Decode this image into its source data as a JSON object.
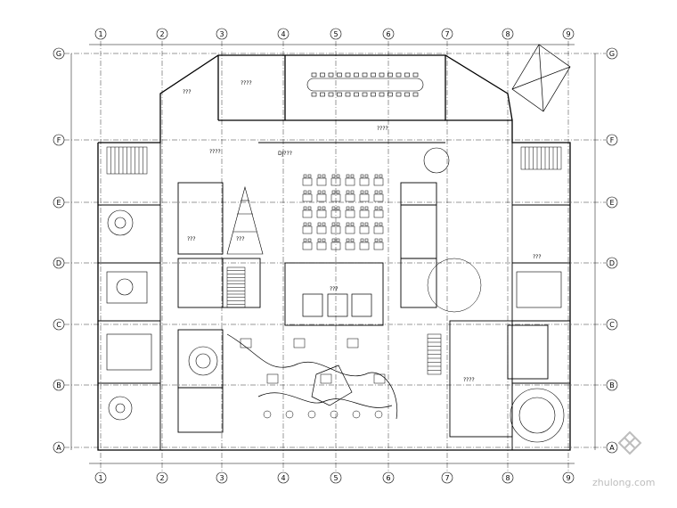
{
  "drawing": {
    "grid_cols": [
      "1",
      "2",
      "3",
      "4",
      "5",
      "6",
      "7",
      "8",
      "9"
    ],
    "grid_rows": [
      "G",
      "F",
      "E",
      "D",
      "C",
      "B",
      "A"
    ],
    "room_labels": [
      {
        "id": "meeting-room",
        "text": "????"
      },
      {
        "id": "office-nw",
        "text": "???"
      },
      {
        "id": "dj-booth",
        "text": "DJ???"
      },
      {
        "id": "bar-counter",
        "text": "????"
      },
      {
        "id": "stair-label",
        "text": "???"
      },
      {
        "id": "office-w",
        "text": "???"
      },
      {
        "id": "vip-e",
        "text": "???"
      },
      {
        "id": "store-room",
        "text": "????"
      },
      {
        "id": "corridor-s",
        "text": "????"
      },
      {
        "id": "service-label",
        "text": "???"
      }
    ],
    "watermark": "zhulong.com"
  }
}
